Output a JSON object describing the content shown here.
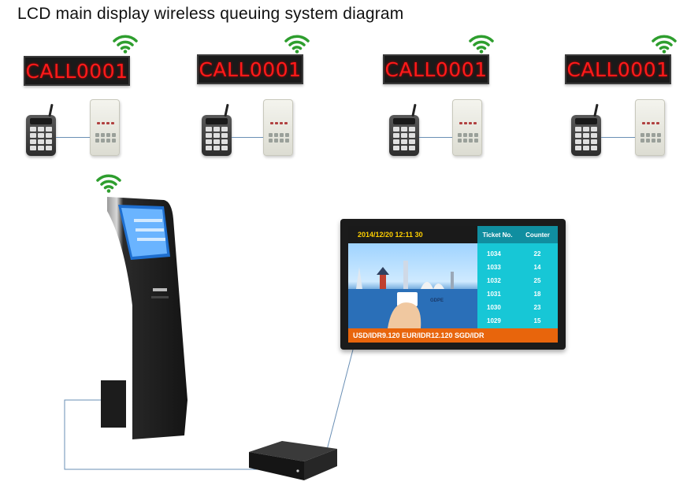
{
  "title": "LCD main display wireless queuing system diagram",
  "stations": [
    {
      "display_text": "CALL0001"
    },
    {
      "display_text": "CALL0001"
    },
    {
      "display_text": "CALL0001"
    },
    {
      "display_text": "CALL0001"
    }
  ],
  "monitor": {
    "datetime": "2014/12/20  12:11 30",
    "col_ticket": "Ticket No.",
    "col_counter": "Counter",
    "rows": [
      {
        "ticket": "1034",
        "counter": "22"
      },
      {
        "ticket": "1033",
        "counter": "14"
      },
      {
        "ticket": "1032",
        "counter": "25"
      },
      {
        "ticket": "1031",
        "counter": "18"
      },
      {
        "ticket": "1030",
        "counter": "23"
      },
      {
        "ticket": "1029",
        "counter": "15"
      }
    ],
    "ticker": "USD/IDR9.120  EUR/IDR12.120  SGD/IDR"
  },
  "colors": {
    "led_text": "#ff1a1a",
    "wifi": "#2e9e2e",
    "connector": "#6a8fb5",
    "ticker_bg": "#e8650c",
    "table_bg": "#17c7d6"
  },
  "icons": [
    "wifi-icon",
    "keypad-icon",
    "wall-caller-icon",
    "kiosk-icon",
    "monitor-icon",
    "controller-box-icon"
  ]
}
